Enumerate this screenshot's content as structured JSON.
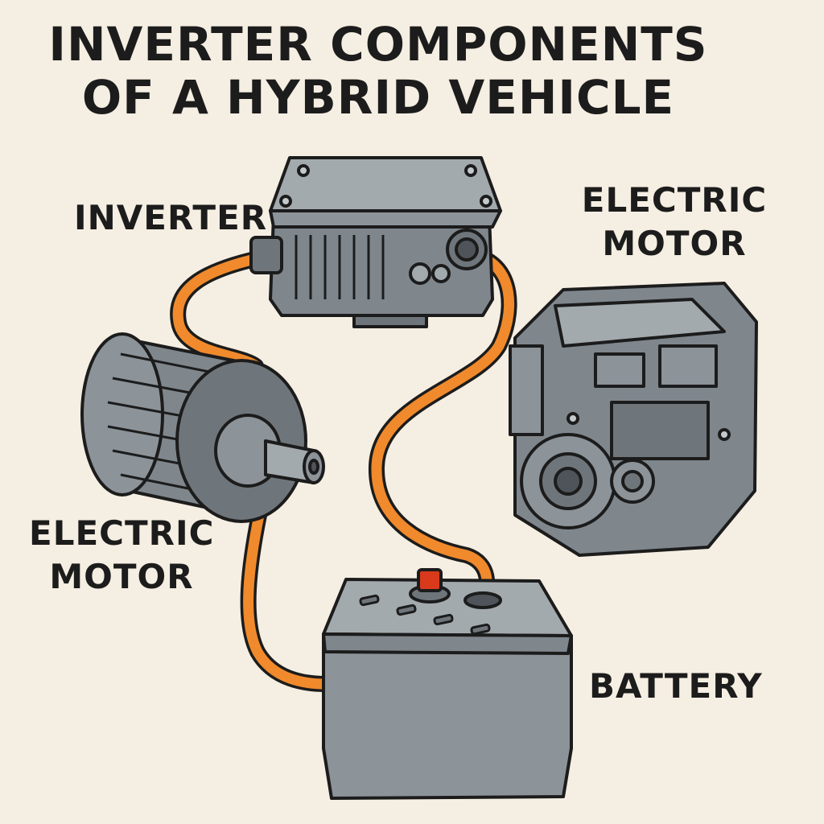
{
  "title": {
    "line1": "INVERTER COMPONENTS",
    "line2": "OF A HYBRID VEHICLE"
  },
  "labels": {
    "inverter": "INVERTER",
    "electric_motor_right": {
      "line1": "ELECTRIC",
      "line2": "MOTOR"
    },
    "electric_motor_left": {
      "line1": "ELECTRIC",
      "line2": "MOTOR"
    },
    "battery": "BATTERY"
  },
  "colors": {
    "background": "#f5eee2",
    "cable": "#f08a2c",
    "component": "#8c9399",
    "outline": "#1c1c1c",
    "battery_terminal_positive": "#d93a1c"
  }
}
